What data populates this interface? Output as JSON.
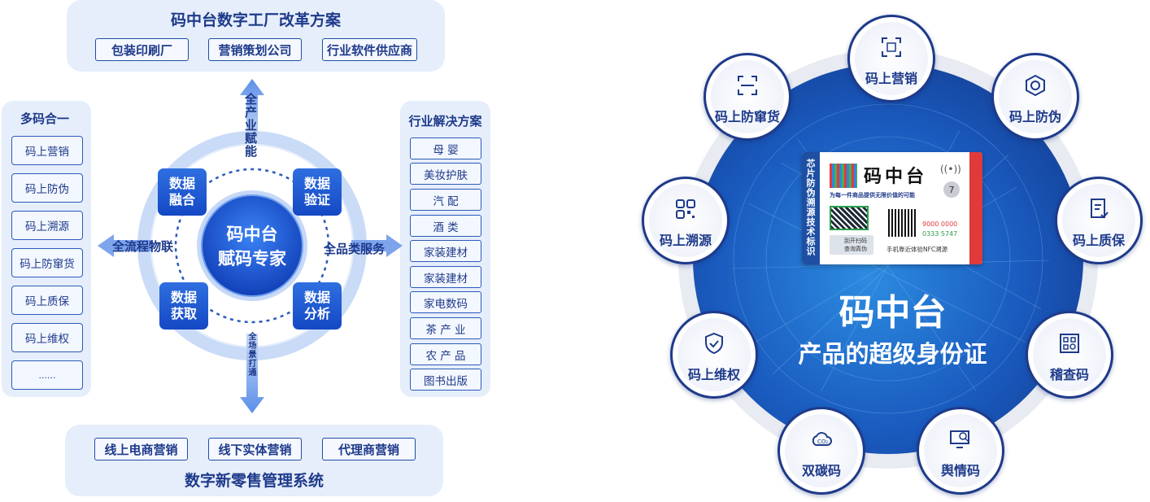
{
  "top": {
    "title": "码中台数字工厂改革方案",
    "tags": [
      "包装印刷厂",
      "营销策划公司",
      "行业软件供应商"
    ]
  },
  "bottom": {
    "title": "数字新零售管理系统",
    "tags": [
      "线上电商营销",
      "线下实体营销",
      "代理商营销"
    ]
  },
  "left_panel": {
    "title": "多码合一",
    "items": [
      "码上营销",
      "码上防伪",
      "码上溯源",
      "码上防窜货",
      "码上质保",
      "码上维权",
      "......"
    ]
  },
  "right_panel": {
    "title": "行业解决方案",
    "items": [
      "母 婴",
      "美妆护肤",
      "汽 配",
      "酒 类",
      "家装建材",
      "家装建材",
      "家电数码",
      "茶 产 业",
      "农 产 品",
      "图书出版"
    ]
  },
  "hub": {
    "center_line1": "码中台",
    "center_line2": "赋码专家",
    "quads": [
      "数据\n融合",
      "数据\n验证",
      "数据\n获取",
      "数据\n分析"
    ],
    "arrow_top": "全产业赋能",
    "arrow_left": "全流程物联",
    "arrow_right": "全品类服务",
    "arrow_bottom": "全场景打通"
  },
  "label": {
    "vertical_text": "芯片防伪溯源技术标识",
    "brand": "码中台",
    "slogan": "为每一件商品提供无限价值的可能",
    "badge": "7",
    "scan_hint_1": "刮开扫码",
    "scan_hint_2": "查询真伪",
    "code_1": "9000 0000",
    "code_2": "0333 5747",
    "nfc_text": "手机靠近体验NFC溯源"
  },
  "right_diagram": {
    "title": "码中台",
    "subtitle": "产品的超级身份证",
    "nodes": [
      {
        "label": "码上营销",
        "icon": "scan-icon"
      },
      {
        "label": "码上防伪",
        "icon": "hexagon-shield-icon"
      },
      {
        "label": "码上质保",
        "icon": "document-check-icon"
      },
      {
        "label": "稽查码",
        "icon": "grid-search-icon"
      },
      {
        "label": "舆情码",
        "icon": "monitor-search-icon"
      },
      {
        "label": "双碳码",
        "icon": "cloud-co2-icon"
      },
      {
        "label": "码上维权",
        "icon": "shield-check-icon"
      },
      {
        "label": "码上溯源",
        "icon": "qr-grid-icon"
      },
      {
        "label": "码上防窜货",
        "icon": "scan-frame-icon"
      }
    ]
  },
  "colors": {
    "accent": "#1448c4",
    "dark_blue": "#1e3a8a",
    "panel_bg": "#e6eefb",
    "red_edge": "#e03a3a"
  }
}
